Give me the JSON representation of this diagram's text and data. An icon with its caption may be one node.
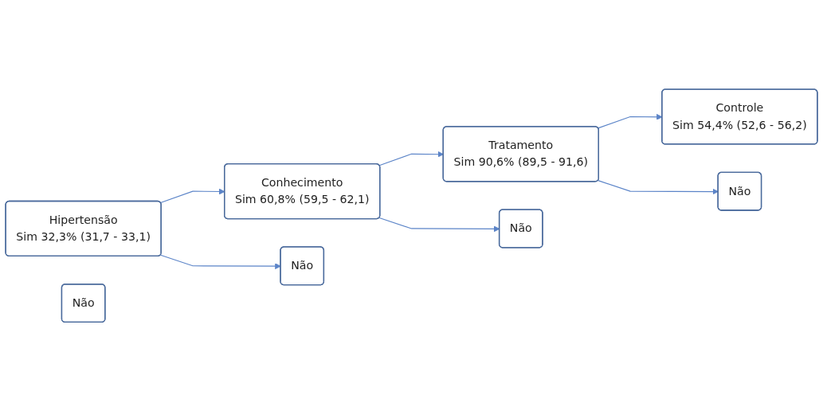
{
  "diagram": {
    "nodes": [
      {
        "text": [
          "Hipertensão",
          "Sim 32,3% (31,7 - 33,1)"
        ]
      },
      {
        "text": [
          "Não"
        ]
      },
      {
        "text": [
          "Conhecimento",
          "Sim 60,8% (59,5 - 62,1)"
        ]
      },
      {
        "text": [
          "Não"
        ]
      },
      {
        "text": [
          "Tratamento",
          "Sim 90,6% (89,5 - 91,6)"
        ]
      },
      {
        "text": [
          "Não"
        ]
      },
      {
        "text": [
          "Controle",
          "Sim 54,4% (52,6 - 56,2)"
        ]
      },
      {
        "text": [
          "Não"
        ]
      }
    ],
    "edges": [
      {
        "from": 0,
        "to": 2,
        "arrow": "to"
      },
      {
        "from": 0,
        "to": 3,
        "arrow": "to"
      },
      {
        "from": 2,
        "to": 4,
        "arrow": "to"
      },
      {
        "from": 2,
        "to": 5,
        "arrow": "to"
      },
      {
        "from": 4,
        "to": 6,
        "arrow": "to"
      },
      {
        "from": 4,
        "to": 7,
        "arrow": "to"
      }
    ]
  }
}
